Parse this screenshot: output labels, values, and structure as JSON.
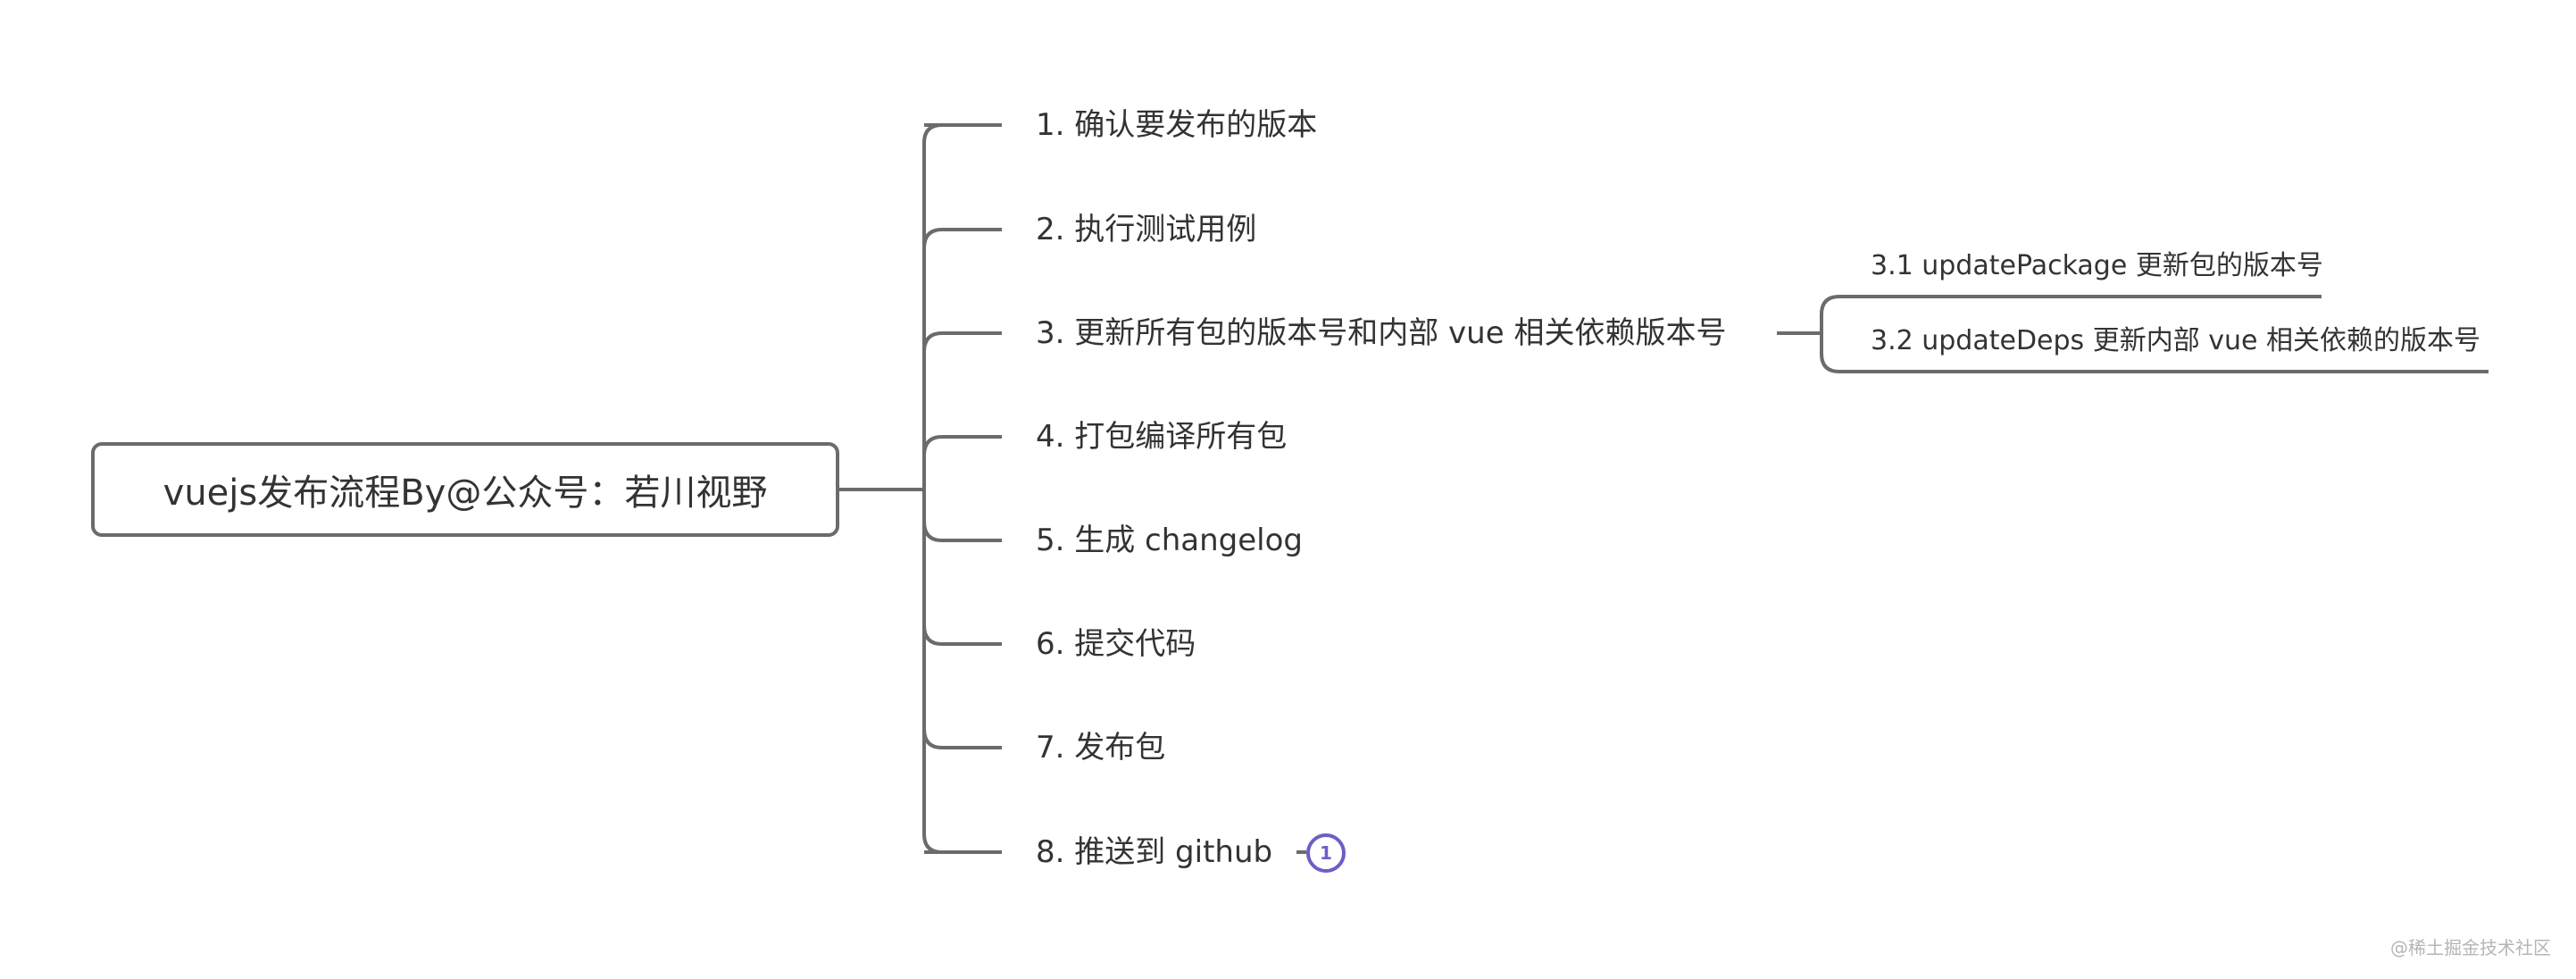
{
  "root": {
    "label": "vuejs发布流程By@公众号：若川视野"
  },
  "branches": [
    {
      "label": "1. 确认要发布的版本"
    },
    {
      "label": "2. 执行测试用例"
    },
    {
      "label": "3. 更新所有包的版本号和内部 vue 相关依赖版本号"
    },
    {
      "label": "4. 打包编译所有包"
    },
    {
      "label": "5. 生成 changelog"
    },
    {
      "label": "6. 提交代码"
    },
    {
      "label": "7. 发布包"
    },
    {
      "label": "8. 推送到 github"
    }
  ],
  "sub_branches": [
    {
      "label": "3.1 updatePackage 更新包的版本号"
    },
    {
      "label": "3.2 updateDeps 更新内部 vue 相关依赖的版本号"
    }
  ],
  "badge": {
    "label": "1"
  },
  "watermark": {
    "label": "@稀土掘金技术社区"
  },
  "colors": {
    "connector": "#6b6b6b",
    "badge": "#6a5fc7",
    "text": "#333333"
  }
}
